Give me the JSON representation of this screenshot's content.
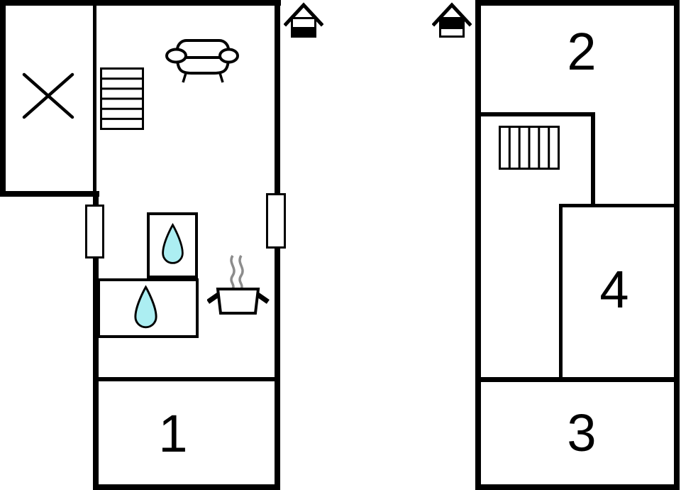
{
  "diagram": {
    "type": "floor-plan",
    "floor_count": 2,
    "colors": {
      "wall": "#000000",
      "background": "#ffffff",
      "water_drop": "#aceef2",
      "steam": "#8c8c8c",
      "label": "#000000"
    },
    "rooms": {
      "r1": "1",
      "r2": "2",
      "r3": "3",
      "r4": "4"
    },
    "icons": {
      "ground_floor_marker": "house-floor-indicator-icon",
      "upper_floor_marker": "house-floor-indicator-icon",
      "stairs_ground": "stairs-icon",
      "stairs_upper": "stairs-icon",
      "sofa": "sofa-icon",
      "sink_upper": "water-drop-icon",
      "sink_lower": "water-drop-icon",
      "stove": "cooking-pot-icon",
      "steam": "steam-icon",
      "void_area": "crossed-out-area-icon"
    }
  }
}
